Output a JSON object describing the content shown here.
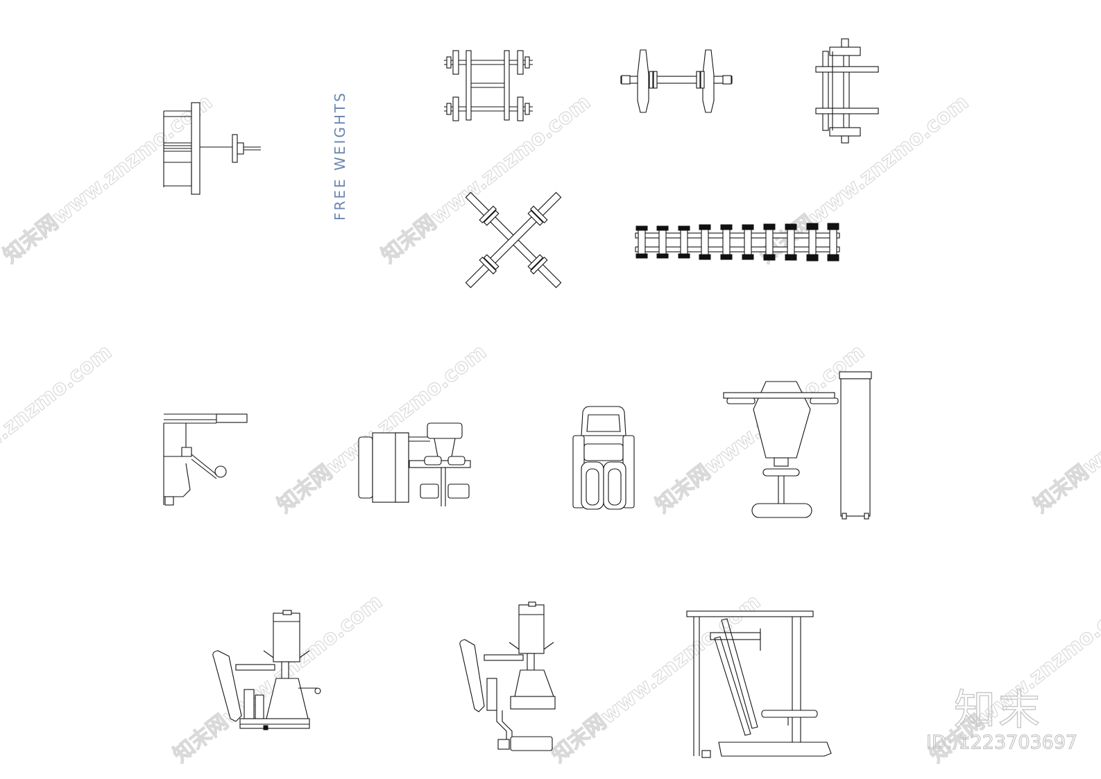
{
  "sheet": {
    "title": "FREE WEIGHTS",
    "watermark": "知末网www.znzmo.com",
    "brand_logo": "知末",
    "asset_id": "ID: 1223703697"
  }
}
